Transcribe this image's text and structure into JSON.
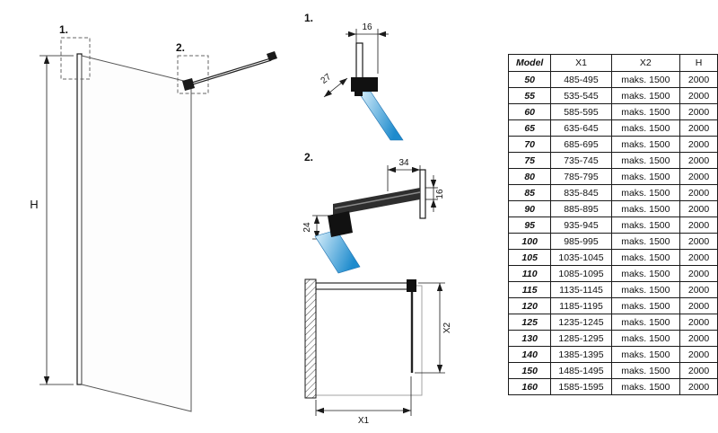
{
  "colors": {
    "glass_gradient_start": "#ddf1fc",
    "glass_gradient_end": "#1e8bcd",
    "line_color": "#1a1a1a"
  },
  "elevation": {
    "height_dim": "H",
    "detail1_marker": "1.",
    "detail2_marker": "2."
  },
  "detail1": {
    "label": "1.",
    "dim_top": "16",
    "dim_diagonal": "27"
  },
  "detail2": {
    "label": "2.",
    "dim_top": "34",
    "dim_right": "16",
    "dim_left": "24"
  },
  "plan": {
    "width_dim": "X1",
    "depth_dim": "X2"
  },
  "spec_table": {
    "headers": [
      "Model",
      "X1",
      "X2",
      "H"
    ],
    "rows": [
      [
        "50",
        "485-495",
        "maks. 1500",
        "2000"
      ],
      [
        "55",
        "535-545",
        "maks. 1500",
        "2000"
      ],
      [
        "60",
        "585-595",
        "maks. 1500",
        "2000"
      ],
      [
        "65",
        "635-645",
        "maks. 1500",
        "2000"
      ],
      [
        "70",
        "685-695",
        "maks. 1500",
        "2000"
      ],
      [
        "75",
        "735-745",
        "maks. 1500",
        "2000"
      ],
      [
        "80",
        "785-795",
        "maks. 1500",
        "2000"
      ],
      [
        "85",
        "835-845",
        "maks. 1500",
        "2000"
      ],
      [
        "90",
        "885-895",
        "maks. 1500",
        "2000"
      ],
      [
        "95",
        "935-945",
        "maks. 1500",
        "2000"
      ],
      [
        "100",
        "985-995",
        "maks. 1500",
        "2000"
      ],
      [
        "105",
        "1035-1045",
        "maks. 1500",
        "2000"
      ],
      [
        "110",
        "1085-1095",
        "maks. 1500",
        "2000"
      ],
      [
        "115",
        "1135-1145",
        "maks. 1500",
        "2000"
      ],
      [
        "120",
        "1185-1195",
        "maks. 1500",
        "2000"
      ],
      [
        "125",
        "1235-1245",
        "maks. 1500",
        "2000"
      ],
      [
        "130",
        "1285-1295",
        "maks. 1500",
        "2000"
      ],
      [
        "140",
        "1385-1395",
        "maks. 1500",
        "2000"
      ],
      [
        "150",
        "1485-1495",
        "maks. 1500",
        "2000"
      ],
      [
        "160",
        "1585-1595",
        "maks. 1500",
        "2000"
      ]
    ]
  }
}
